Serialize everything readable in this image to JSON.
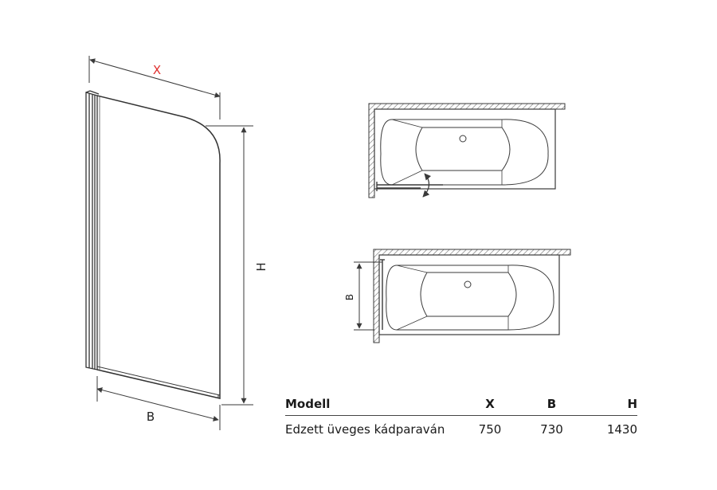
{
  "diagram": {
    "screen_dimension_labels": {
      "width": "X",
      "base": "B",
      "height": "H"
    },
    "bathtub_views": {
      "bottom_view_label": "B"
    },
    "colors": {
      "line": "#3a3a3a",
      "x_label": "#e0312f",
      "hatch": "#6a6a6a"
    }
  },
  "table": {
    "headers": {
      "model": "Modell",
      "x": "X",
      "b": "B",
      "h": "H"
    },
    "rows": [
      {
        "model": "Edzett üveges kádparaván",
        "x": "750",
        "b": "730",
        "h": "1430"
      }
    ]
  }
}
